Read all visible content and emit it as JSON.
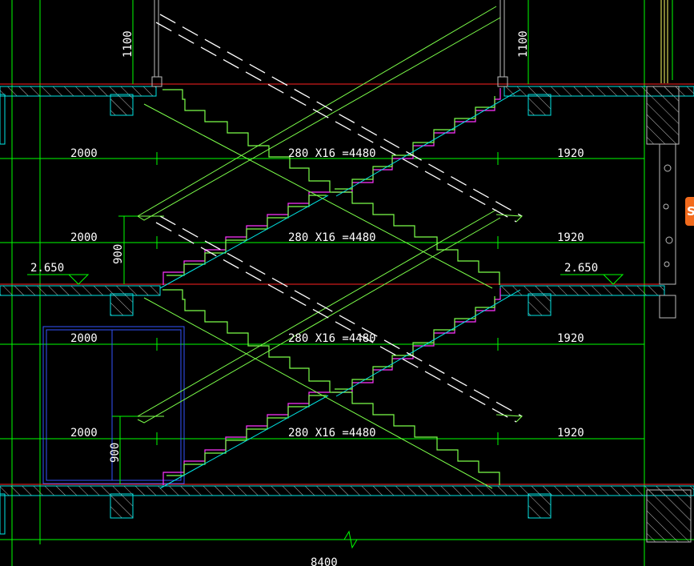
{
  "colors": {
    "background": "#000000",
    "gridLine": "#00ff00",
    "stairOutline": "#7cff4a",
    "stairRiser": "#ff33ff",
    "slabLine": "#00e5e5",
    "slabTop": "#ff2222",
    "wallHatch": "#bbbbbb",
    "dimText": "#ffffff",
    "doorLine": "#3355ff",
    "accentYellow": "#ffff66",
    "badge": "#f26b1d"
  },
  "dimensions": {
    "railHeightLeft": "1100",
    "railHeightRight": "1100",
    "landingHeightUpper": "900",
    "landingHeightLower": "900",
    "row1Left": "2000",
    "row1Right": "1920",
    "row1Flight": "280 X16 =4480",
    "row2Left": "2000",
    "row2Right": "1920",
    "row2Flight": "280 X16 =4480",
    "row3Left": "2000",
    "row3Right": "1920",
    "row3Flight": "280 X16 =4480",
    "row4Left": "2000",
    "row4Right": "1920",
    "row4Flight": "280 X16 =4480",
    "overallWidth": "8400"
  },
  "levels": {
    "leftLevel": "2.650",
    "rightLevel": "2.650"
  },
  "badge": {
    "text": "S"
  },
  "icons": {
    "levelMarker": "triangle-level-marker-icon",
    "breakMark": "break-line-icon"
  }
}
